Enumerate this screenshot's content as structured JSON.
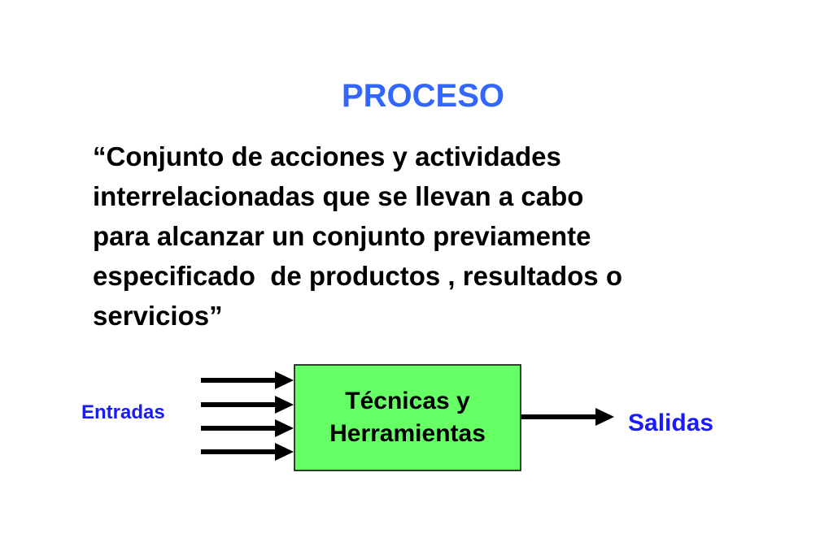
{
  "title": "PROCESO",
  "definition": {
    "lines": [
      "“Conjunto de acciones y actividades",
      "interrelacionadas que se llevan a cabo",
      "para alcanzar un conjunto previamente",
      "especificado  de productos , resultados o",
      "servicios”"
    ]
  },
  "diagram": {
    "box_label_lines": [
      "Técnicas y",
      "Herramientas"
    ],
    "inputs_label": "Entradas",
    "outputs_label": "Salidas",
    "input_arrow_count": 4,
    "output_arrow_count": 1
  },
  "colors": {
    "title": "#3366ff",
    "labels": "#1a1aff",
    "box_fill": "#66ff66",
    "text": "#000000"
  }
}
